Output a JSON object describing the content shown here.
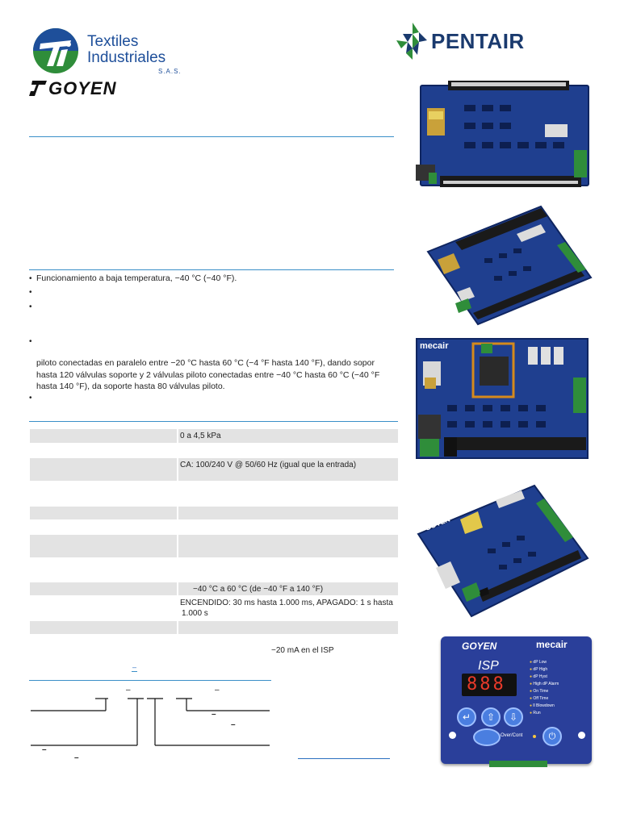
{
  "header": {
    "ti_logo_line1": "Textiles",
    "ti_logo_line2": "Industriales",
    "ti_logo_sas": "S.A.S.",
    "goyen_logo": "GOYEN",
    "pentair_logo": "PENTAIR"
  },
  "features": {
    "bullet_1": "Funcionamiento a baja temperatura, −40 °C (−40 °F).",
    "paragraph_lines": [
      "piloto conectadas en paralelo entre −20 °C hasta 60 °C (−4 °F hasta 140 °F), dando sopor",
      "hasta 120 válvulas soporte y 2 válvulas piloto conectadas entre −40 °C hasta 60 °C (−40 °F",
      "hasta 140 °F), da soporte hasta 80 válvulas piloto."
    ]
  },
  "specs": {
    "pressure_range": "0 a 4,5 kPa",
    "output_power": "CA: 100/240 V @ 50/60 Hz (igual que la entrada)",
    "temperature": "−40 °C a 60 °C (de −40 °F a 140 °F)",
    "timing_line1": "ENCENDIDO: 30 ms hasta 1.000 ms, APAGADO: 1 s hasta",
    "timing_line2": "1.000 s",
    "current_signal": "−20 mA en el ISP"
  },
  "diagram": {
    "mark_1": "–",
    "mark_2": "–",
    "mark_3": "–",
    "mark_4": "–",
    "mark_5": "–",
    "mark_6": "–",
    "mark_7": "–",
    "mark_8": "–"
  },
  "isp_panel": {
    "brand_left": "GOYEN",
    "brand_right": "mecair",
    "title": "ISP",
    "display": "888",
    "indicators": [
      "dP Low",
      "dP High",
      "dP Hyst",
      "High dP Alarm",
      "On Time",
      "Off Time",
      "ll Blowdown",
      "Run"
    ],
    "button_label": "Over/Cont"
  },
  "board_photo_3": {
    "brand": "mecair"
  },
  "board_photo_4": {
    "brand": "GOYEN"
  },
  "colors": {
    "rule_blue": "#3a8fc8",
    "table_shade": "#e3e3e3",
    "pcb_blue": "#1f3f8f",
    "pentair_navy": "#1a3a6e",
    "ti_blue": "#1e4f9a",
    "ti_green": "#2f8d3a"
  }
}
